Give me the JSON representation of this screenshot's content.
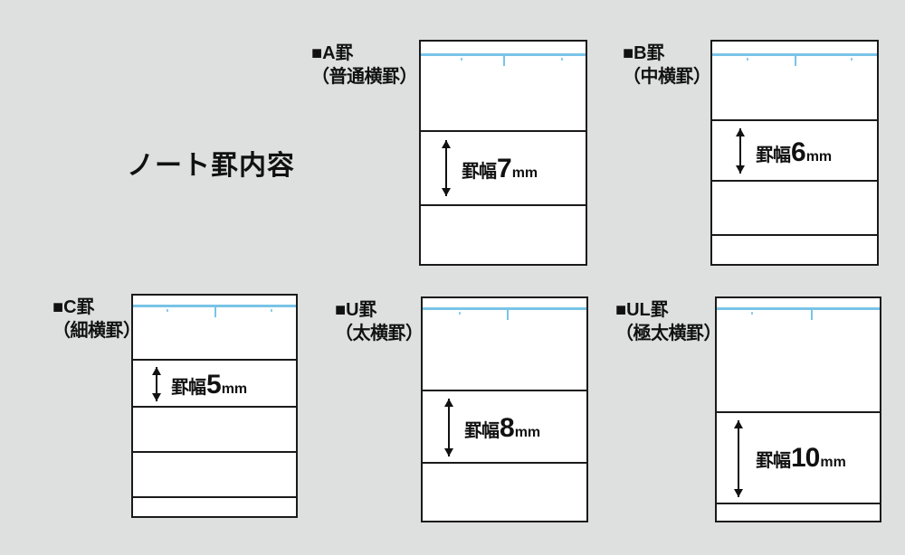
{
  "page": {
    "title": "ノート罫内容",
    "background_color": "#dee0df",
    "rule_line_color": "#79c4e8",
    "border_color": "#1a1a1a"
  },
  "caption_prefix": "罫幅",
  "caption_unit": "mm",
  "specimens": [
    {
      "id": "a",
      "code": "■A罫",
      "name": "（普通横罫）",
      "width_value": "7",
      "unit": "mm",
      "prefix": "罫幅",
      "rows": 3,
      "measured_row_index": 1
    },
    {
      "id": "b",
      "code": "■B罫",
      "name": "（中横罫）",
      "width_value": "6",
      "unit": "mm",
      "prefix": "罫幅",
      "rows": 4,
      "measured_row_index": 1
    },
    {
      "id": "c",
      "code": "■C罫",
      "name": "（細横罫）",
      "width_value": "5",
      "unit": "mm",
      "prefix": "罫幅",
      "rows": 5,
      "measured_row_index": 1
    },
    {
      "id": "u",
      "code": "■U罫",
      "name": "（太横罫）",
      "width_value": "8",
      "unit": "mm",
      "prefix": "罫幅",
      "rows": 3,
      "measured_row_index": 1
    },
    {
      "id": "ul",
      "code": "■UL罫",
      "name": "（極太横罫）",
      "width_value": "10",
      "unit": "mm",
      "prefix": "罫幅",
      "rows": 3,
      "measured_row_index": 1
    }
  ]
}
